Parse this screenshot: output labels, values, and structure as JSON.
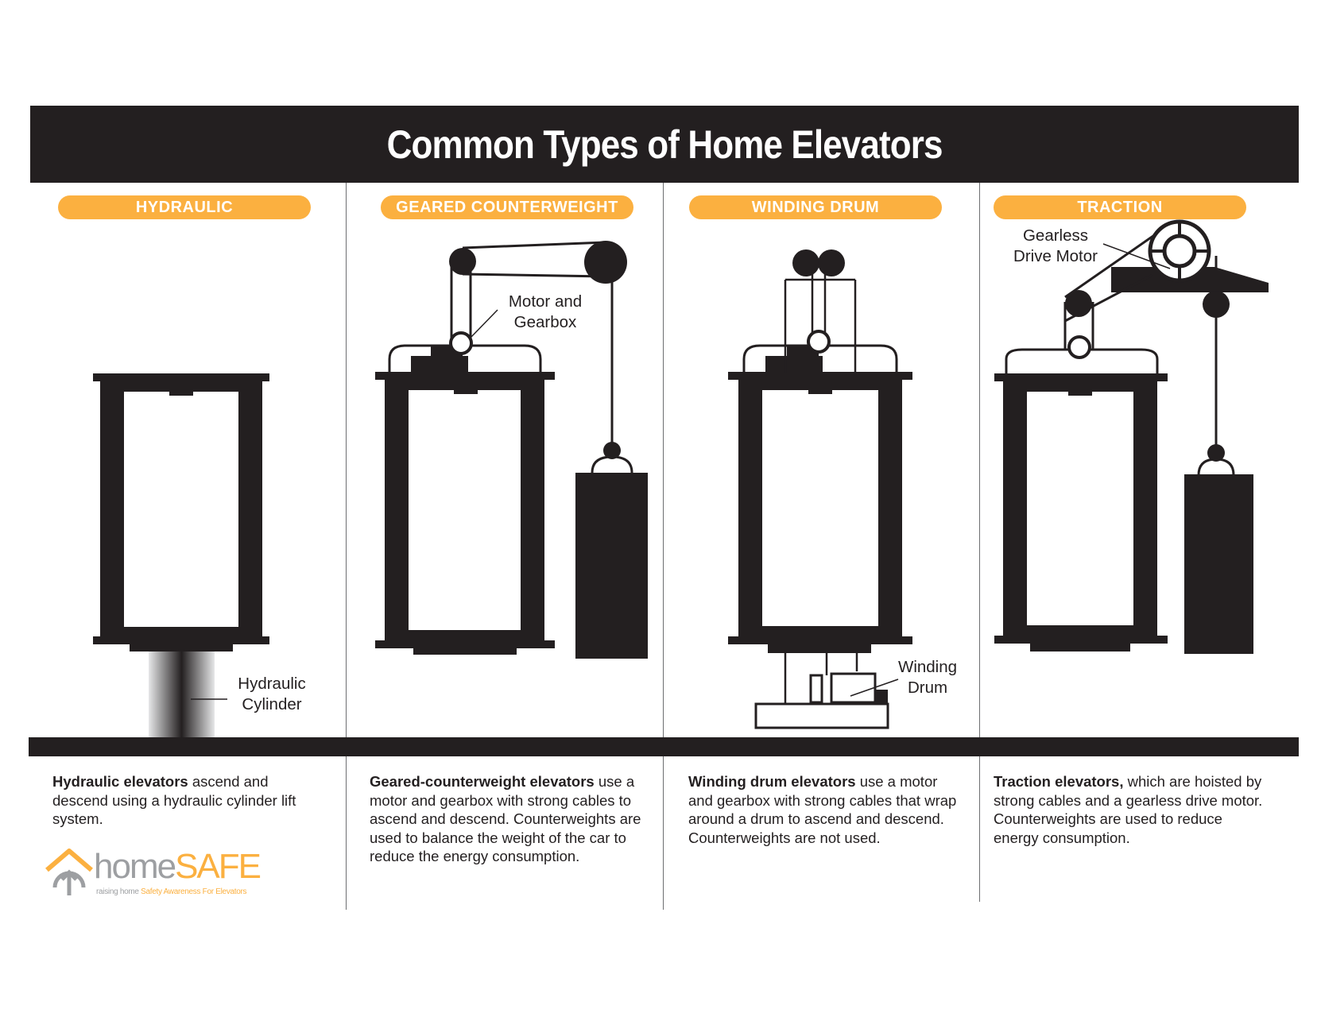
{
  "title": "Common Types of Home Elevators",
  "colors": {
    "accent": "#fbb040",
    "dark": "#231f20",
    "gray": "#9d9fa2"
  },
  "columns": [
    {
      "heading": "HYDRAULIC",
      "description_bold": "Hydraulic elevators",
      "description_rest": " ascend and descend using a hydraulic cylinder lift system."
    },
    {
      "heading": "GEARED COUNTERWEIGHT",
      "description_bold": "Geared-counterweight elevators",
      "description_rest": " use a motor and gearbox with strong cables to ascend and descend. Counterweights are used to balance the weight of the car to reduce the energy consumption."
    },
    {
      "heading": "WINDING DRUM",
      "description_bold": "Winding drum elevators",
      "description_rest": " use a motor and gearbox with strong cables that wrap around a drum to ascend and descend. Counterweights are not used."
    },
    {
      "heading": "TRACTION",
      "description_bold": "Traction elevators,",
      "description_rest": " which are hoisted by strong cables and a gearless drive motor. Counterweights are used to reduce energy consumption."
    }
  ],
  "callouts": {
    "hydraulic_cylinder_1": "Hydraulic",
    "hydraulic_cylinder_2": "Cylinder",
    "motor_gearbox_1": "Motor and",
    "motor_gearbox_2": "Gearbox",
    "winding_drum_1": "Winding",
    "winding_drum_2": "Drum",
    "gearless_motor_1": "Gearless",
    "gearless_motor_2": "Drive Motor"
  },
  "logo": {
    "home": "home",
    "safe": "SAFE",
    "tagline_gray": "raising home ",
    "tagline_orange": "Safety Awareness For Elevators"
  }
}
